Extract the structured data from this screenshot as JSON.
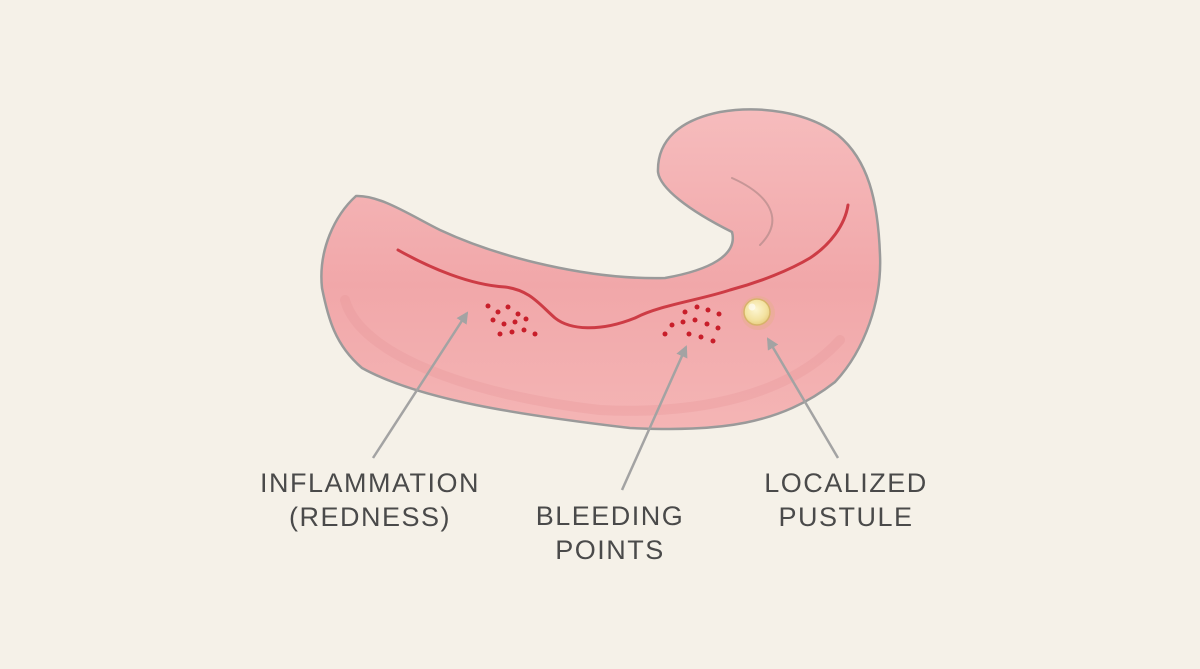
{
  "diagram": {
    "labels": {
      "inflammation": {
        "line1": "INFLAMMATION",
        "line2": "(REDNESS)"
      },
      "bleeding": {
        "line1": "BLEEDING",
        "line2": "POINTS"
      },
      "pustule": {
        "line1": "LOCALIZED",
        "line2": "PUSTULE"
      }
    },
    "colors": {
      "background": "#f5f1e8",
      "gum": "#f2a9ab",
      "gum_outline": "#9a9a9a",
      "inflammation_line": "#c9303a",
      "bleeding_dots": "#c81e2a",
      "pustule": "#f6e7a8",
      "arrow": "#a3a3a3",
      "text": "#4a4a4a"
    }
  }
}
